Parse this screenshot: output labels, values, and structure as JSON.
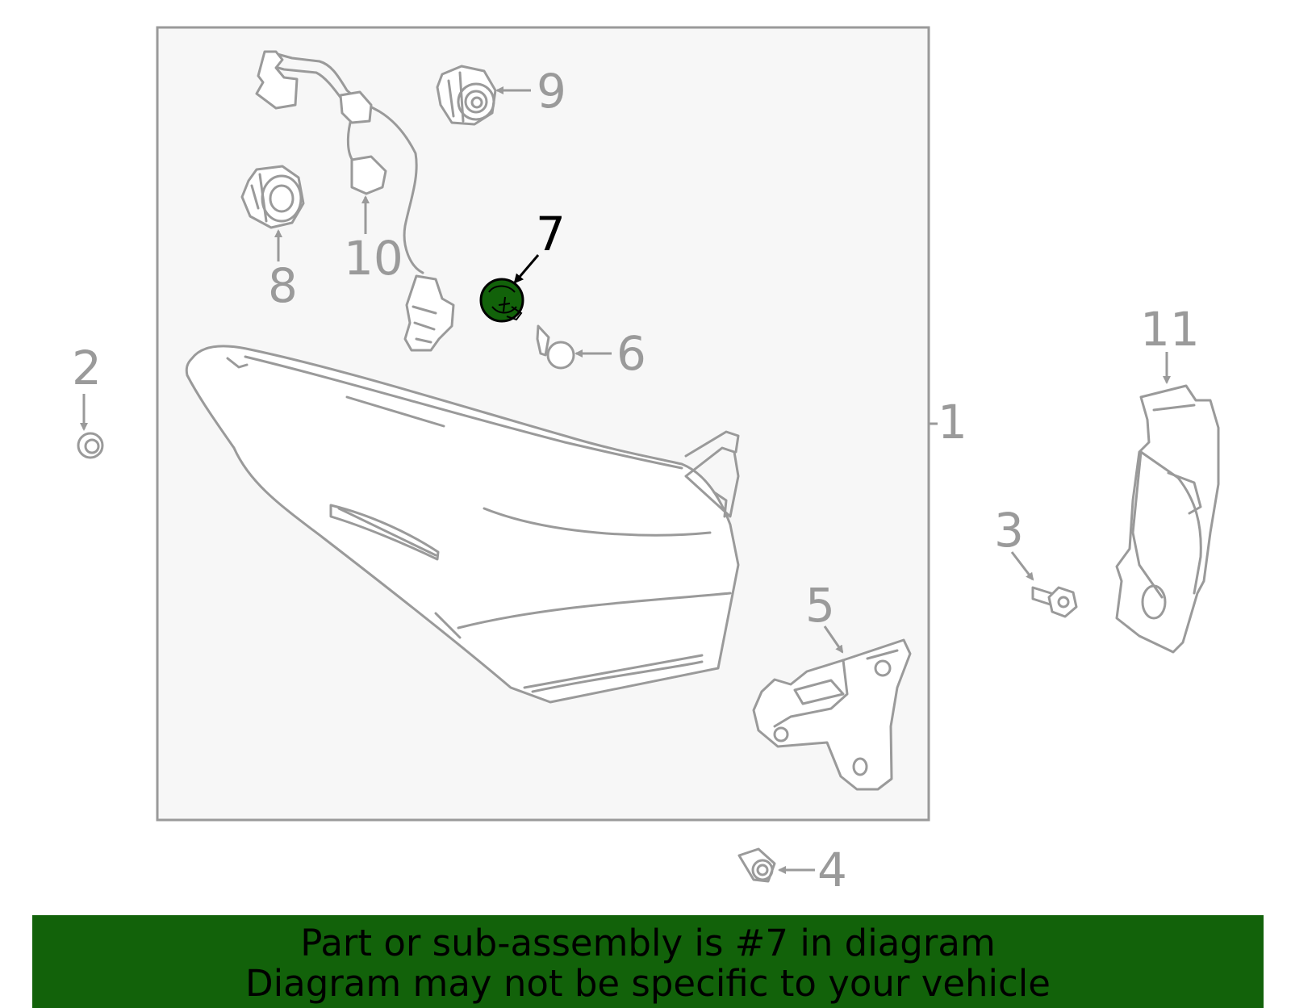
{
  "callouts": [
    "1",
    "2",
    "3",
    "4",
    "5",
    "6",
    "7",
    "8",
    "9",
    "10",
    "11"
  ],
  "highlighted_part": "7",
  "colors": {
    "line": "#9a9a9a",
    "panel": "#f7f7f7",
    "highlight": "#12620a",
    "banner": "#12620a"
  },
  "banner": {
    "line1": "Part or sub-assembly is #7 in diagram",
    "line2": "Diagram may not be specific to your vehicle"
  }
}
